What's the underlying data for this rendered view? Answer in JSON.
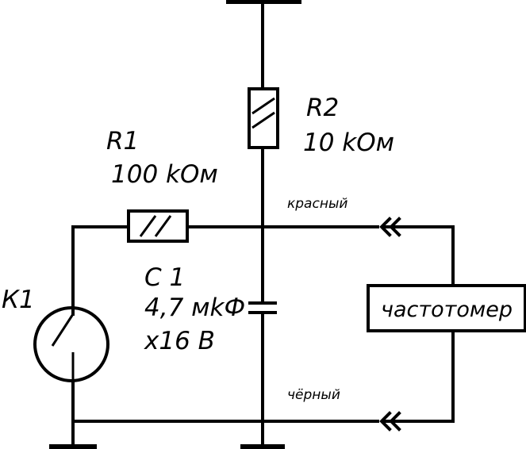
{
  "labels": {
    "r1_name": "R1",
    "r1_value": "100 kОм",
    "r2_name": "R2",
    "r2_value": "10 kОм",
    "c1_name": "С 1",
    "c1_value": "4,7 мkФ",
    "c1_voltage": "х16 В",
    "k1_name": "К1",
    "wire_red": "красный",
    "wire_black": "чёрный",
    "meter": "частотомер"
  }
}
